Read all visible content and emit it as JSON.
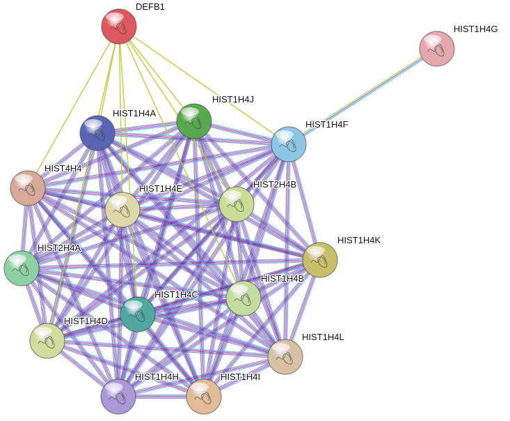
{
  "network": {
    "nodes": [
      {
        "id": "DEFB1",
        "label": "DEFB1",
        "color": "#e0585f"
      },
      {
        "id": "HIST1H4G",
        "label": "HIST1H4G",
        "color": "#e4a8ad"
      },
      {
        "id": "HIST1H4J",
        "label": "HIST1H4J",
        "color": "#58a84e"
      },
      {
        "id": "HIST1H4A",
        "label": "HIST1H4A",
        "color": "#5a64b4"
      },
      {
        "id": "HIST1H4F",
        "label": "HIST1H4F",
        "color": "#8ec6e6"
      },
      {
        "id": "HIST4H4",
        "label": "HIST4H4",
        "color": "#d8a898"
      },
      {
        "id": "HIST1H4E",
        "label": "HIST1H4E",
        "color": "#ded8a8"
      },
      {
        "id": "HIST2H4B",
        "label": "HIST2H4B",
        "color": "#c8dc96"
      },
      {
        "id": "HIST1H4K",
        "label": "HIST1H4K",
        "color": "#c8c068"
      },
      {
        "id": "HIST2H4A",
        "label": "HIST2H4A",
        "color": "#8cd0a4"
      },
      {
        "id": "HIST1H4B",
        "label": "HIST1H4B",
        "color": "#c4dc9e"
      },
      {
        "id": "HIST1H4C",
        "label": "HIST1H4C",
        "color": "#4ea8a0"
      },
      {
        "id": "HIST1H4D",
        "label": "HIST1H4D",
        "color": "#d2dc9e"
      },
      {
        "id": "HIST1H4L",
        "label": "HIST1H4L",
        "color": "#d8c0a4"
      },
      {
        "id": "HIST1H4H",
        "label": "HIST1H4H",
        "color": "#aa98d8"
      },
      {
        "id": "HIST1H4I",
        "label": "HIST1H4I",
        "color": "#e2bc98"
      }
    ],
    "defb1_links": [
      "HIST1H4J",
      "HIST1H4A",
      "HIST1H4F",
      "HIST4H4",
      "HIST1H4E",
      "HIST2H4B",
      "HIST1H4B",
      "HIST1H4C",
      "HIST1H4D"
    ],
    "g_links": [
      "HIST1H4F"
    ],
    "edge_colors": {
      "textmining": "#b4d23c",
      "coexpression": "#2c2c2c",
      "experiments": "#d040e0",
      "databases": "#40b8d8",
      "homology": "#6a5ad6"
    }
  }
}
